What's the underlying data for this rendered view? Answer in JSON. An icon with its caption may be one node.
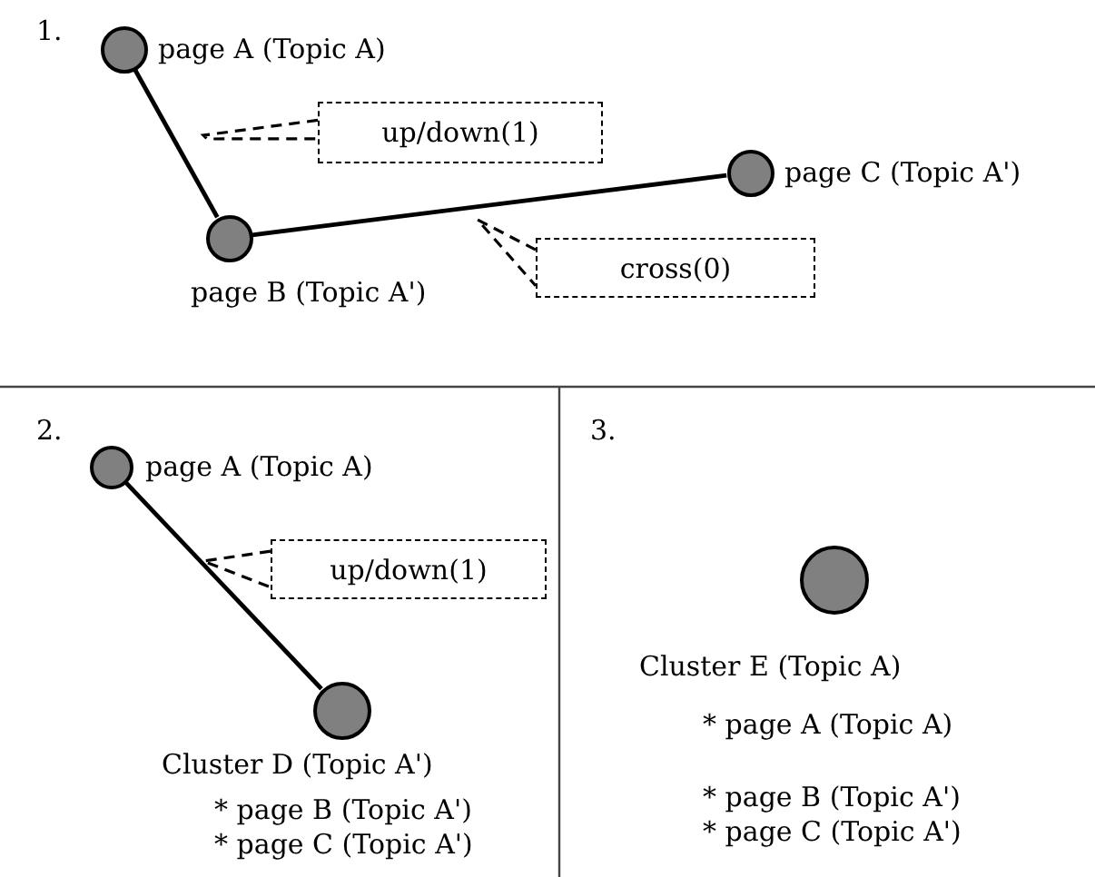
{
  "diagram": {
    "nodes": [
      {
        "text": [],
        "shape": "circle",
        "beside": [
          "page A (Topic A)"
        ]
      },
      {
        "text": [],
        "shape": "circle",
        "beside": [
          "page B (Topic A')"
        ]
      },
      {
        "text": [],
        "shape": "circle",
        "beside": [
          "page C (Topic A')"
        ]
      },
      {
        "text": [
          "up/down(1)"
        ]
      },
      {
        "text": [
          "cross(0)"
        ]
      },
      {
        "text": [],
        "shape": "circle",
        "beside": [
          "page A (Topic A)"
        ]
      },
      {
        "text": [],
        "shape": "circle",
        "beside": [
          "Cluster D (Topic A')",
          "* page B (Topic A')",
          "* page C (Topic A')"
        ]
      },
      {
        "text": [
          "up/down(1)"
        ]
      },
      {
        "text": [],
        "shape": "circle",
        "beside": [
          "Cluster E (Topic A)",
          "* page A (Topic A)",
          "* page B (Topic A')",
          "* page C (Topic A')"
        ]
      }
    ],
    "edges": [
      {
        "from": 0,
        "to": 1,
        "arrow": "none"
      },
      {
        "from": 1,
        "to": 2,
        "arrow": "none"
      },
      {
        "from": 3,
        "to": null,
        "arrow": "none",
        "style": "dashed"
      },
      {
        "from": 4,
        "to": null,
        "arrow": "to",
        "style": "dashed"
      },
      {
        "from": 5,
        "to": 6,
        "arrow": "none"
      },
      {
        "from": 7,
        "to": null,
        "arrow": "to",
        "style": "dashed"
      }
    ],
    "labels": [
      "1.",
      "2.",
      "3."
    ]
  }
}
